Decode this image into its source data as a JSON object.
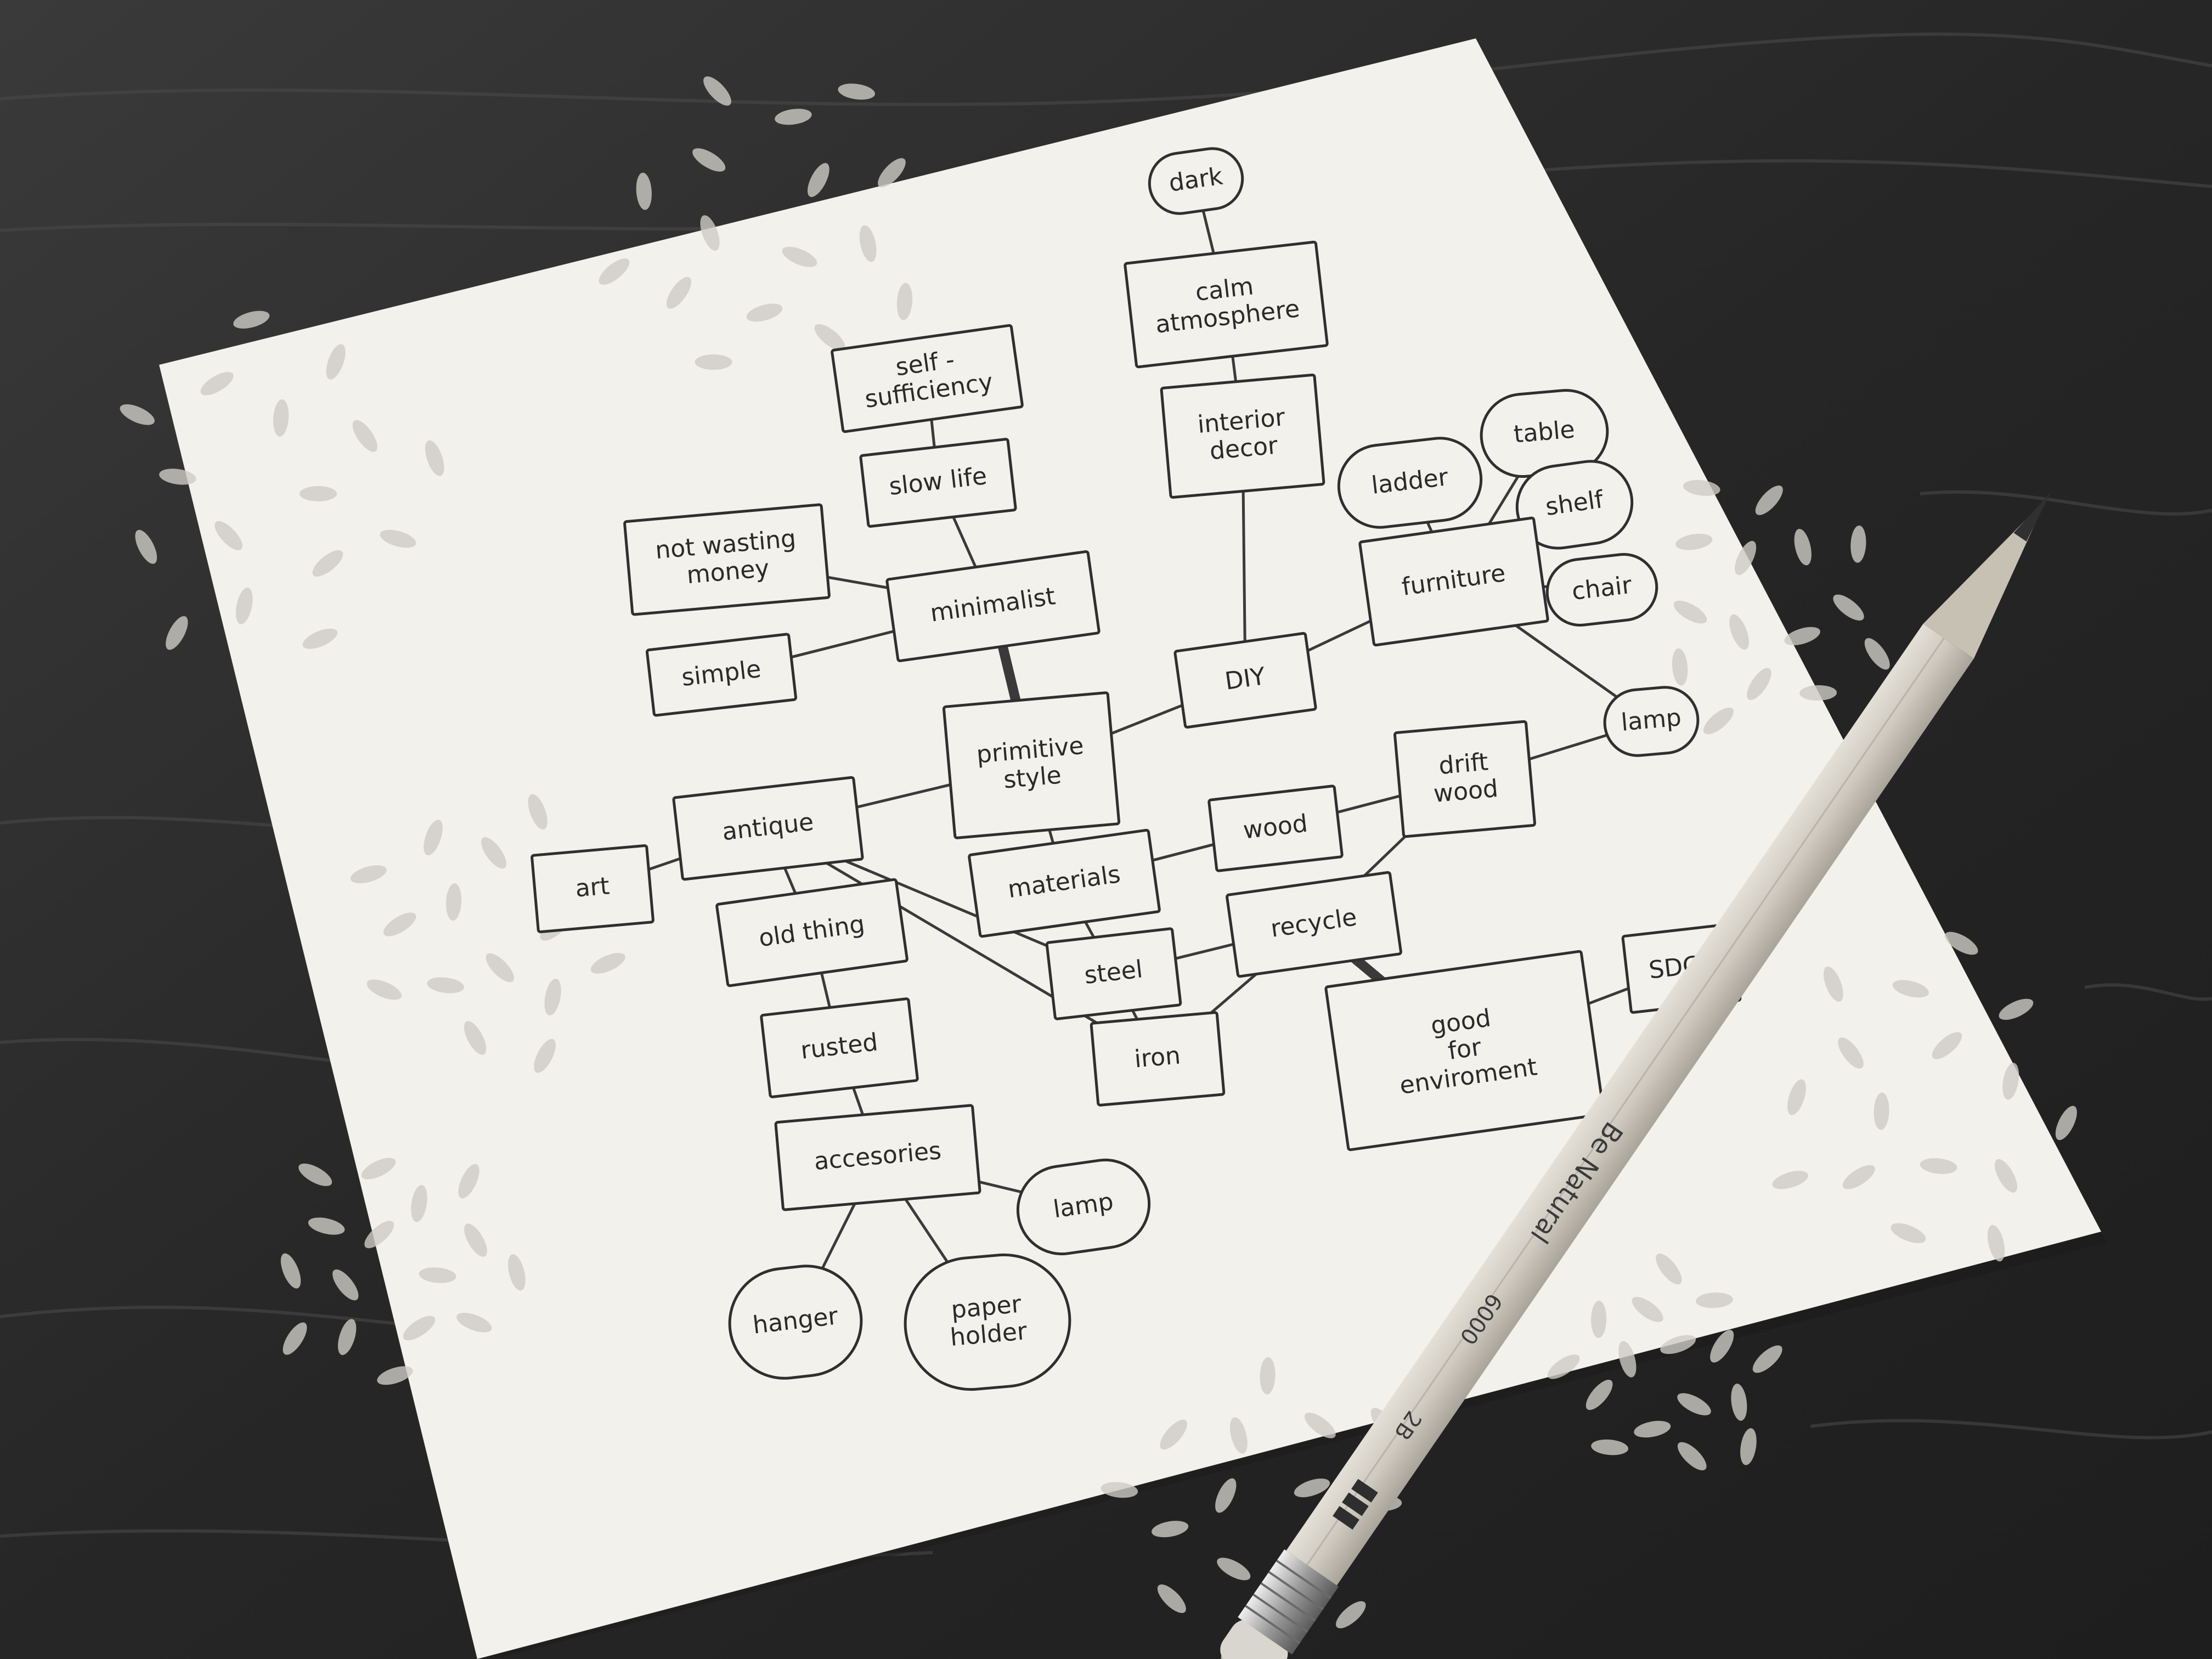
{
  "mindmap": {
    "nodes": [
      {
        "id": "dark",
        "lines": [
          "dark"
        ],
        "shape": "oval"
      },
      {
        "id": "calm",
        "lines": [
          "calm",
          "atmosphere"
        ],
        "shape": "box"
      },
      {
        "id": "interior",
        "lines": [
          "interior",
          "decor"
        ],
        "shape": "box"
      },
      {
        "id": "self",
        "lines": [
          "self -",
          "sufficiency"
        ],
        "shape": "box"
      },
      {
        "id": "slow",
        "lines": [
          "slow life"
        ],
        "shape": "box"
      },
      {
        "id": "notwasting",
        "lines": [
          "not wasting",
          "money"
        ],
        "shape": "box"
      },
      {
        "id": "minimalist",
        "lines": [
          "minimalist"
        ],
        "shape": "box"
      },
      {
        "id": "simple",
        "lines": [
          "simple"
        ],
        "shape": "box"
      },
      {
        "id": "primitive",
        "lines": [
          "primitive",
          "style"
        ],
        "shape": "box"
      },
      {
        "id": "diy",
        "lines": [
          "DIY"
        ],
        "shape": "box"
      },
      {
        "id": "ladder",
        "lines": [
          "ladder"
        ],
        "shape": "oval"
      },
      {
        "id": "table",
        "lines": [
          "table"
        ],
        "shape": "oval"
      },
      {
        "id": "shelf",
        "lines": [
          "shelf"
        ],
        "shape": "oval"
      },
      {
        "id": "chair",
        "lines": [
          "chair"
        ],
        "shape": "oval"
      },
      {
        "id": "lamp1",
        "lines": [
          "lamp"
        ],
        "shape": "oval"
      },
      {
        "id": "furniture",
        "lines": [
          "furniture"
        ],
        "shape": "box"
      },
      {
        "id": "antique",
        "lines": [
          "antique"
        ],
        "shape": "box"
      },
      {
        "id": "art",
        "lines": [
          "art"
        ],
        "shape": "box"
      },
      {
        "id": "oldthing",
        "lines": [
          "old thing"
        ],
        "shape": "box"
      },
      {
        "id": "rusted",
        "lines": [
          "rusted"
        ],
        "shape": "box"
      },
      {
        "id": "accesories",
        "lines": [
          "accesories"
        ],
        "shape": "box"
      },
      {
        "id": "lamp2",
        "lines": [
          "lamp"
        ],
        "shape": "oval"
      },
      {
        "id": "hanger",
        "lines": [
          "hanger"
        ],
        "shape": "oval"
      },
      {
        "id": "paper",
        "lines": [
          "paper",
          "holder"
        ],
        "shape": "oval"
      },
      {
        "id": "materials",
        "lines": [
          "materials"
        ],
        "shape": "box"
      },
      {
        "id": "wood",
        "lines": [
          "wood"
        ],
        "shape": "box"
      },
      {
        "id": "drift",
        "lines": [
          "drift",
          "wood"
        ],
        "shape": "box"
      },
      {
        "id": "recycle",
        "lines": [
          "recycle"
        ],
        "shape": "box"
      },
      {
        "id": "steel",
        "lines": [
          "steel"
        ],
        "shape": "box"
      },
      {
        "id": "iron",
        "lines": [
          "iron"
        ],
        "shape": "box"
      },
      {
        "id": "good",
        "lines": [
          "good",
          "for",
          "enviroment"
        ],
        "shape": "box"
      },
      {
        "id": "sdgs",
        "lines": [
          "SDGs"
        ],
        "shape": "box"
      }
    ],
    "edges": [
      [
        "dark",
        "calm"
      ],
      [
        "calm",
        "interior"
      ],
      [
        "interior",
        "diy"
      ],
      [
        "self",
        "slow"
      ],
      [
        "slow",
        "minimalist"
      ],
      [
        "notwasting",
        "minimalist"
      ],
      [
        "simple",
        "minimalist"
      ],
      [
        "minimalist",
        "primitive"
      ],
      [
        "primitive",
        "diy"
      ],
      [
        "diy",
        "furniture"
      ],
      [
        "furniture",
        "ladder"
      ],
      [
        "furniture",
        "table"
      ],
      [
        "furniture",
        "shelf"
      ],
      [
        "furniture",
        "chair"
      ],
      [
        "furniture",
        "lamp1"
      ],
      [
        "primitive",
        "antique"
      ],
      [
        "antique",
        "art"
      ],
      [
        "antique",
        "oldthing"
      ],
      [
        "oldthing",
        "rusted"
      ],
      [
        "rusted",
        "accesories"
      ],
      [
        "accesories",
        "lamp2"
      ],
      [
        "accesories",
        "hanger"
      ],
      [
        "accesories",
        "paper"
      ],
      [
        "antique",
        "steel"
      ],
      [
        "antique",
        "iron"
      ],
      [
        "primitive",
        "materials"
      ],
      [
        "materials",
        "wood"
      ],
      [
        "materials",
        "steel"
      ],
      [
        "steel",
        "iron"
      ],
      [
        "wood",
        "drift"
      ],
      [
        "drift",
        "lamp1"
      ],
      [
        "drift",
        "recycle"
      ],
      [
        "recycle",
        "steel"
      ],
      [
        "recycle",
        "iron"
      ],
      [
        "recycle",
        "good"
      ],
      [
        "good",
        "sdgs"
      ]
    ],
    "strong_edges": [
      [
        "minimalist",
        "primitive"
      ],
      [
        "recycle",
        "good"
      ]
    ]
  },
  "pencil": {
    "brand_text": "Be Natural",
    "model_text": "6000",
    "grade_text": "2B"
  },
  "colors": {
    "table": "#2b2b2b",
    "paper": "#f3f1ec",
    "ink": "#2a2a2a",
    "leaf": "#c9c6bf",
    "pencil_body": "#cfcac0"
  }
}
